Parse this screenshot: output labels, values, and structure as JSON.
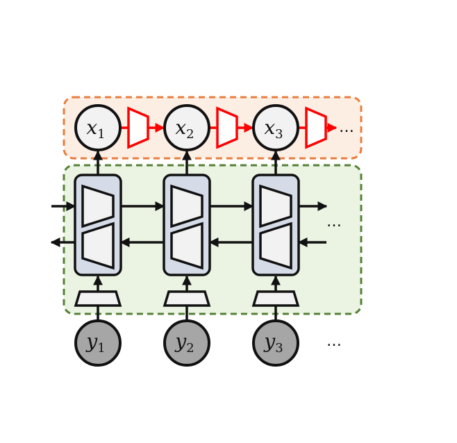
{
  "latent_nodes": [
    {
      "symbol": "x",
      "subscript": "1"
    },
    {
      "symbol": "x",
      "subscript": "2"
    },
    {
      "symbol": "x",
      "subscript": "3"
    }
  ],
  "observed_nodes": [
    {
      "symbol": "y",
      "subscript": "1"
    },
    {
      "symbol": "y",
      "subscript": "2"
    },
    {
      "symbol": "y",
      "subscript": "3"
    }
  ],
  "continuation": {
    "top": "…",
    "middle": "…",
    "bottom": "…"
  },
  "colors": {
    "top_region_border": "#e87d3e",
    "top_region_fill": "#fdeee4",
    "middle_region_border": "#538135",
    "middle_region_fill": "#ebf3e3",
    "cell_fill": "#d5dce8",
    "node_fill": "#f2f2f2",
    "observed_fill": "#a6a6a6",
    "transition_red": "#ff0000",
    "stroke": "#111111"
  },
  "icons": {
    "transition": "red-trapezoid-block",
    "encoder": "trapezoid-block",
    "cell": "bidirectional-rnn-cell"
  }
}
